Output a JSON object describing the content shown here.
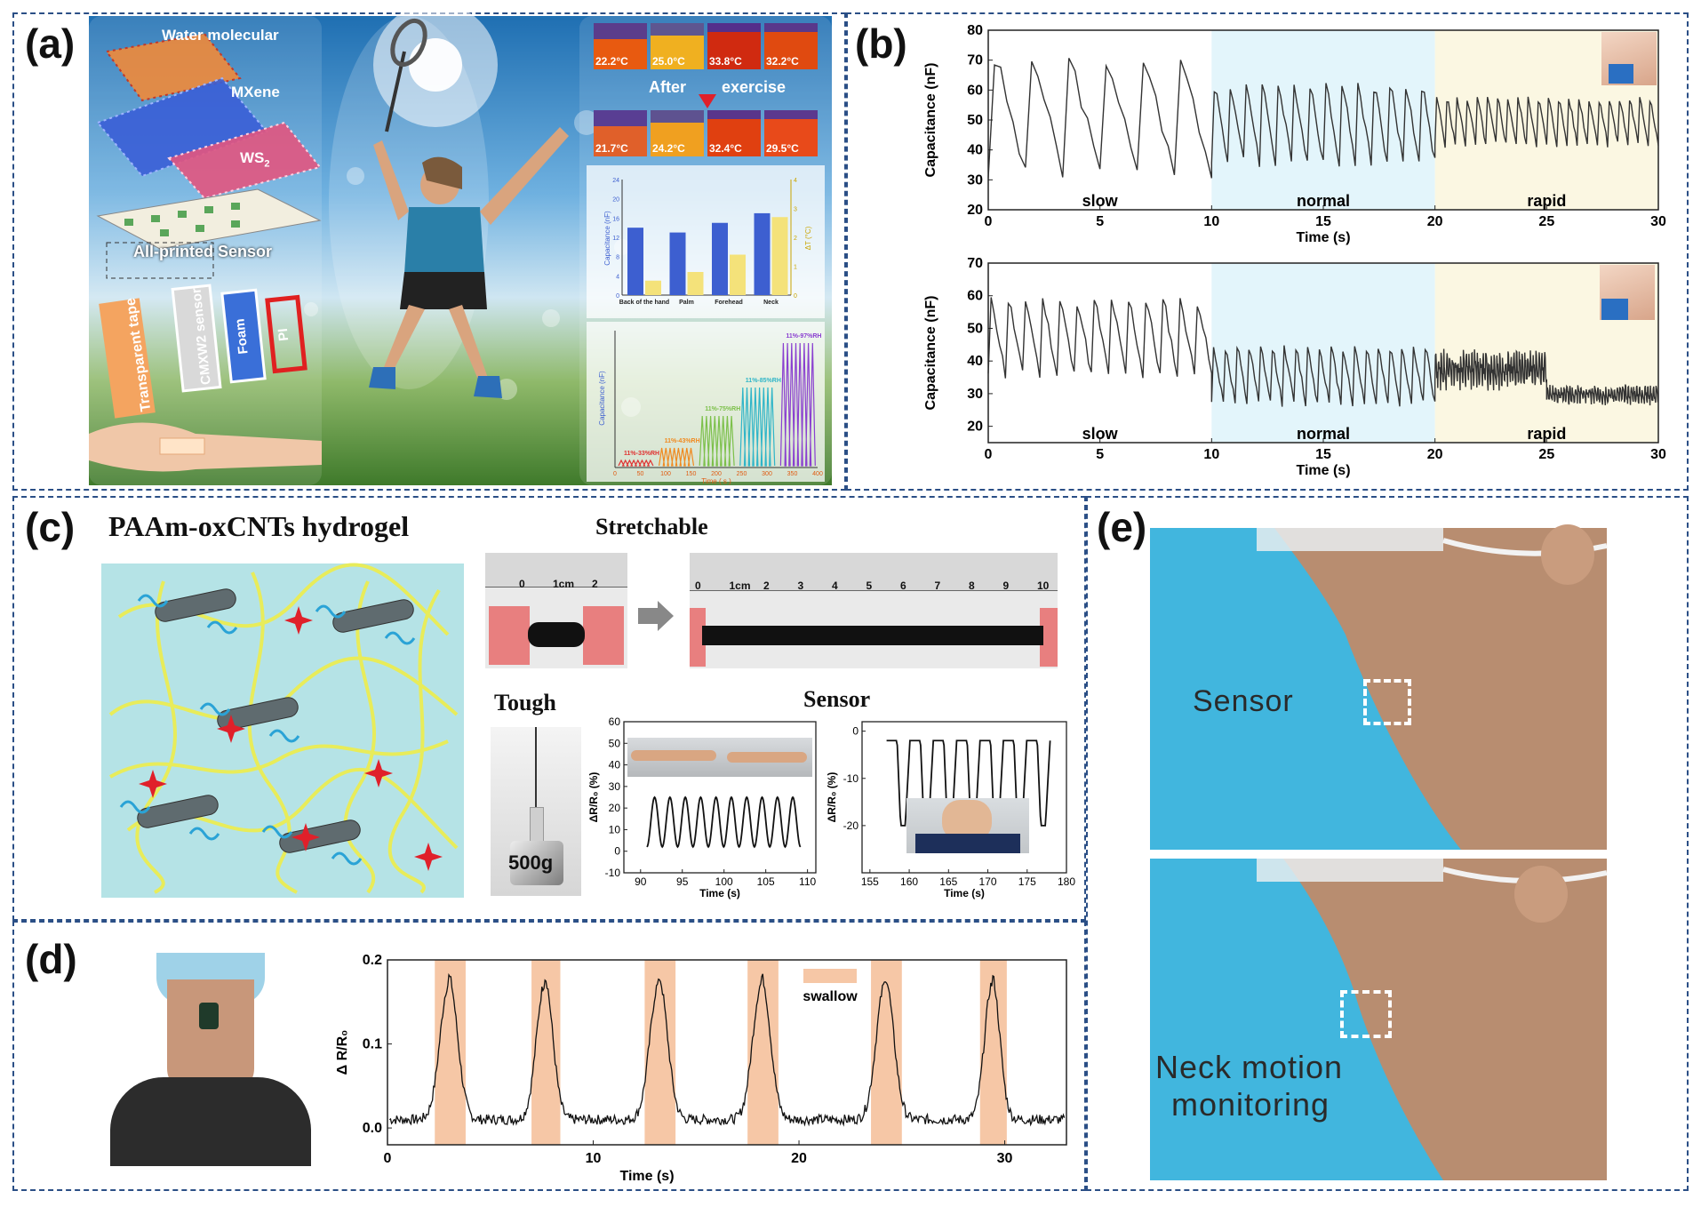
{
  "panels": {
    "a": "(a)",
    "b": "(b)",
    "c": "(c)",
    "d": "(d)",
    "e": "(e)"
  },
  "panel_a": {
    "water_molecular": "Water molecular",
    "mxene": "MXene",
    "ws2": "WS",
    "ws2_sub": "2",
    "all_printed": "All-printed Sensor",
    "layers": [
      "Transparent tape",
      "CMXW2 sensor",
      "Foam",
      "PI"
    ],
    "thermal_before": [
      "22.2°C",
      "25.0°C",
      "33.8°C",
      "32.2°C"
    ],
    "after": "After",
    "exercise": "exercise",
    "thermal_after": [
      "21.7°C",
      "24.2°C",
      "32.4°C",
      "29.5°C"
    ],
    "mini_bar": {
      "ylabel": "Capacitance (nF)",
      "y2label": "ΔT (°C)",
      "yticks": [
        "0",
        "4",
        "8",
        "12",
        "16",
        "20",
        "24"
      ],
      "y2ticks": [
        "0",
        "1",
        "2",
        "3",
        "4"
      ],
      "categories": [
        "Back of the hand",
        "Palm",
        "Forehead",
        "Neck"
      ],
      "capacitance": [
        14,
        13,
        15,
        17
      ],
      "delta_t": [
        0.5,
        0.8,
        1.4,
        2.7
      ]
    },
    "mini_rh": {
      "ylabel": "Capacitance (nF)",
      "xlabel": "Time ( s )",
      "xticks": [
        "0",
        "50",
        "100",
        "150",
        "200",
        "250",
        "300",
        "350",
        "400"
      ],
      "labels": [
        "11%-33%RH",
        "11%-43%RH",
        "11%-75%RH",
        "11%-85%RH",
        "11%-97%RH"
      ]
    }
  },
  "chart_data": [
    {
      "type": "line",
      "id": "b-top",
      "ylabel": "Capacitance (nF)",
      "xlabel": "Time (s)",
      "xlim": [
        0,
        30
      ],
      "ylim": [
        20,
        80
      ],
      "xticks": [
        "0",
        "5",
        "10",
        "15",
        "20",
        "25",
        "30"
      ],
      "yticks": [
        "20",
        "30",
        "40",
        "50",
        "60",
        "70",
        "80"
      ],
      "regions": [
        {
          "label": "slow",
          "from": 0,
          "to": 10,
          "color": "#ffffff"
        },
        {
          "label": "normal",
          "from": 10,
          "to": 20,
          "color": "#e3f5fb"
        },
        {
          "label": "rapid",
          "from": 20,
          "to": 30,
          "color": "#fbf7e2"
        }
      ],
      "segments": [
        {
          "from": 0,
          "to": 10,
          "cycles": 6,
          "low": 27,
          "high": 73
        },
        {
          "from": 10,
          "to": 20,
          "cycles": 14,
          "low": 33,
          "high": 63
        },
        {
          "from": 20,
          "to": 30,
          "cycles": 22,
          "low": 40,
          "high": 58
        }
      ]
    },
    {
      "type": "line",
      "id": "b-bottom",
      "ylabel": "Capacitance (nF)",
      "xlabel": "Time (s)",
      "xlim": [
        0,
        30
      ],
      "ylim": [
        15,
        70
      ],
      "xticks": [
        "0",
        "5",
        "10",
        "15",
        "20",
        "25",
        "30"
      ],
      "yticks": [
        "20",
        "30",
        "40",
        "50",
        "60",
        "70"
      ],
      "regions": [
        {
          "label": "slow",
          "from": 0,
          "to": 10,
          "color": "#ffffff"
        },
        {
          "label": "normal",
          "from": 10,
          "to": 20,
          "color": "#e3f5fb"
        },
        {
          "label": "rapid",
          "from": 20,
          "to": 30,
          "color": "#fbf7e2"
        }
      ],
      "segments": [
        {
          "from": 0,
          "to": 10,
          "cycles": 13,
          "low": 33,
          "high": 60
        },
        {
          "from": 10,
          "to": 20,
          "cycles": 19,
          "low": 25,
          "high": 45
        },
        {
          "from": 20,
          "to": 25,
          "cycles": 40,
          "low": 32,
          "high": 42
        },
        {
          "from": 25,
          "to": 30,
          "cycles": 40,
          "low": 27,
          "high": 32
        }
      ]
    },
    {
      "type": "line",
      "id": "c-arm",
      "ylabel": "ΔR/R₀ (%)",
      "xlabel": "Time (s)",
      "xlim": [
        88,
        111
      ],
      "ylim": [
        -10,
        60
      ],
      "xticks": [
        "90",
        "95",
        "100",
        "105",
        "110"
      ],
      "yticks": [
        "-10",
        "0",
        "10",
        "20",
        "30",
        "40",
        "50",
        "60"
      ],
      "cycles": 10,
      "low": 2,
      "high": 25
    },
    {
      "type": "line",
      "id": "c-mouth",
      "ylabel": "ΔR/R₀ (%)",
      "xlabel": "Time (s)",
      "xlim": [
        154,
        180
      ],
      "ylim": [
        -30,
        2
      ],
      "xticks": [
        "155",
        "160",
        "165",
        "170",
        "175",
        "180"
      ],
      "yticks": [
        "0",
        "-10",
        "-20"
      ],
      "cycles": 7,
      "low": -20,
      "high": -2
    },
    {
      "type": "line",
      "id": "d-swallow",
      "ylabel": "Δ R/R₀",
      "xlabel": "Time (s)",
      "xlim": [
        0,
        33
      ],
      "ylim": [
        -0.02,
        0.2
      ],
      "xticks": [
        "0",
        "10",
        "20",
        "30"
      ],
      "yticks": [
        "0.0",
        "0.1",
        "0.2"
      ],
      "legend": "swallow",
      "swallow_windows": [
        [
          2.3,
          3.8
        ],
        [
          7.0,
          8.4
        ],
        [
          12.5,
          14.0
        ],
        [
          17.5,
          19.0
        ],
        [
          23.5,
          25.0
        ],
        [
          28.8,
          30.1
        ]
      ],
      "peak": 0.17,
      "baseline": 0.01
    }
  ],
  "panel_b": {
    "slow": "slow",
    "normal": "normal",
    "rapid": "rapid"
  },
  "panel_c": {
    "title": "PAAm-oxCNTs hydrogel",
    "stretchable": "Stretchable",
    "tough": "Tough",
    "sensor": "Sensor",
    "weight": "500g",
    "ruler_short": [
      "0",
      "1cm",
      "2"
    ],
    "ruler_long": [
      "0",
      "1cm",
      "2",
      "3",
      "4",
      "5",
      "6",
      "7",
      "8",
      "9",
      "10"
    ]
  },
  "panel_e": {
    "sensor": "Sensor",
    "neck_line1": "Neck motion",
    "neck_line2": "monitoring"
  },
  "colors": {
    "frame": "#2b4f86",
    "swallow": "#f6c7a6",
    "normal_bg": "#e3f5fb",
    "rapid_bg": "#fbf7e2",
    "hydrogel_bg": "#b5e3e6",
    "strand": "#e8ec5a",
    "crosslink": "#e0202a",
    "cnt": "#5f6b6f",
    "wave": "#2aa3d6"
  }
}
